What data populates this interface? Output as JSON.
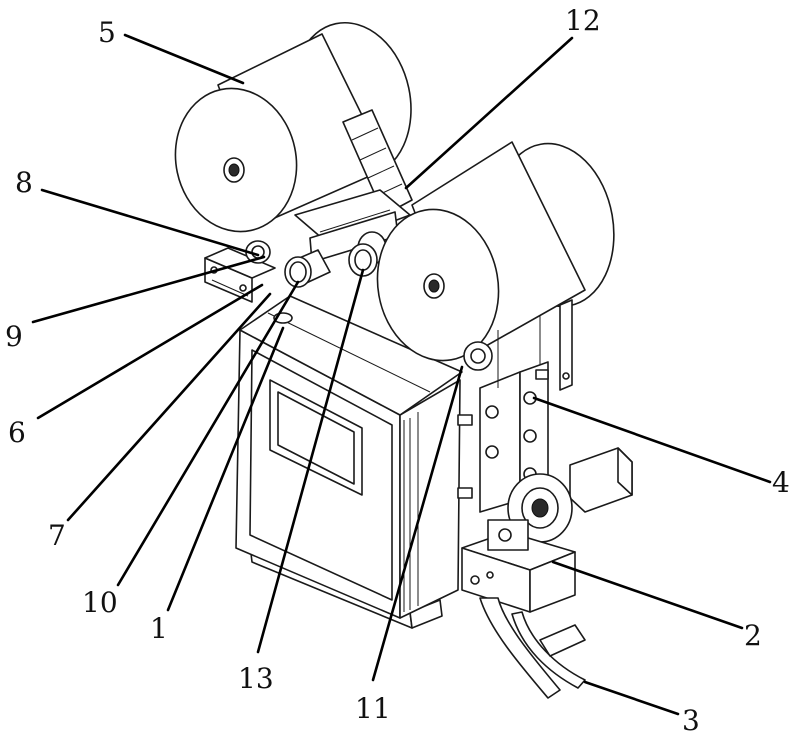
{
  "figure": {
    "labels": {
      "n1": "1",
      "n2": "2",
      "n3": "3",
      "n4": "4",
      "n5": "5",
      "n6": "6",
      "n7": "7",
      "n8": "8",
      "n9": "9",
      "n10": "10",
      "n11": "11",
      "n12": "12",
      "n13": "13"
    }
  }
}
